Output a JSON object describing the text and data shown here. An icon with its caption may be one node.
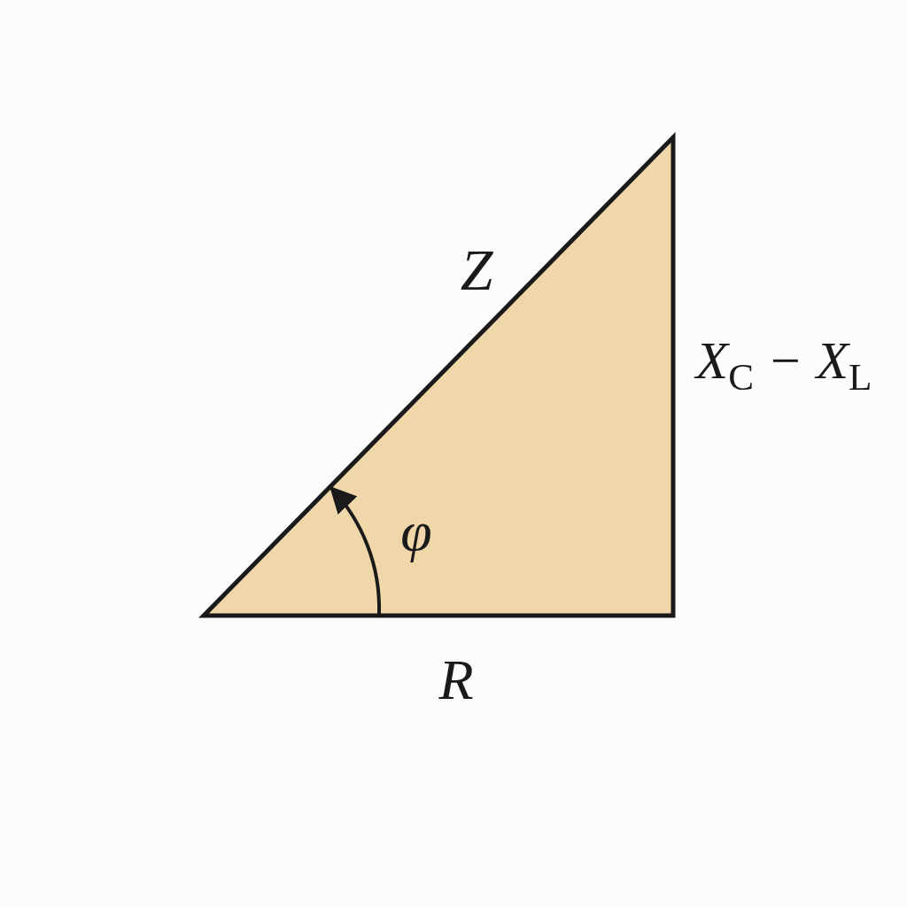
{
  "diagram": {
    "labels": [
      "Z",
      "X$_{C}$ − X$_{L}$",
      "φ",
      "R"
    ]
  }
}
